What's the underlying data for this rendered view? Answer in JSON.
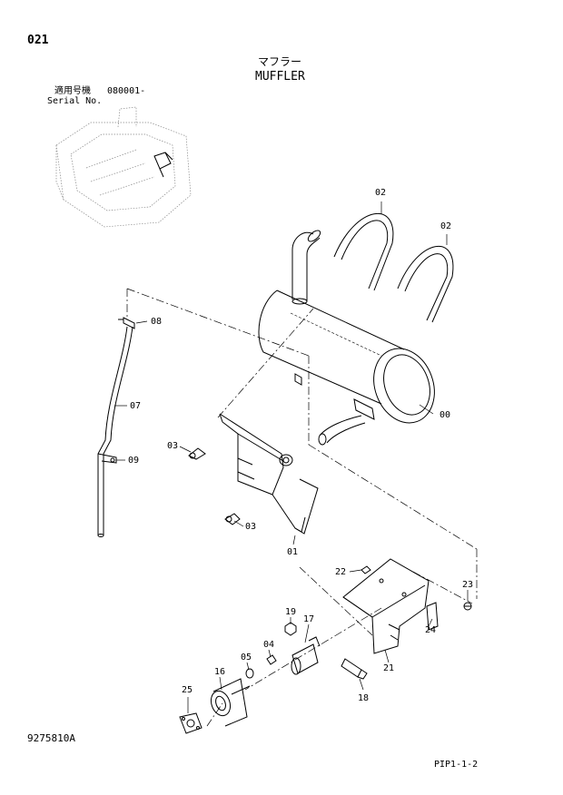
{
  "header": {
    "page_number": "021",
    "title_jp": "マフラー",
    "title_en": "MUFFLER",
    "serial_label_jp": "適用号機",
    "serial_value": "080001-",
    "serial_label_en": "Serial No."
  },
  "footer": {
    "figure_number": "9275810A",
    "reference_code": "PIP1-1-2"
  },
  "callouts": {
    "c00": "00",
    "c01": "01",
    "c02a": "02",
    "c02b": "02",
    "c03a": "03",
    "c03b": "03",
    "c04": "04",
    "c05": "05",
    "c07": "07",
    "c08": "08",
    "c09": "09",
    "c16": "16",
    "c17": "17",
    "c18": "18",
    "c19": "19",
    "c21": "21",
    "c22": "22",
    "c23": "23",
    "c24": "24",
    "c25": "25"
  }
}
